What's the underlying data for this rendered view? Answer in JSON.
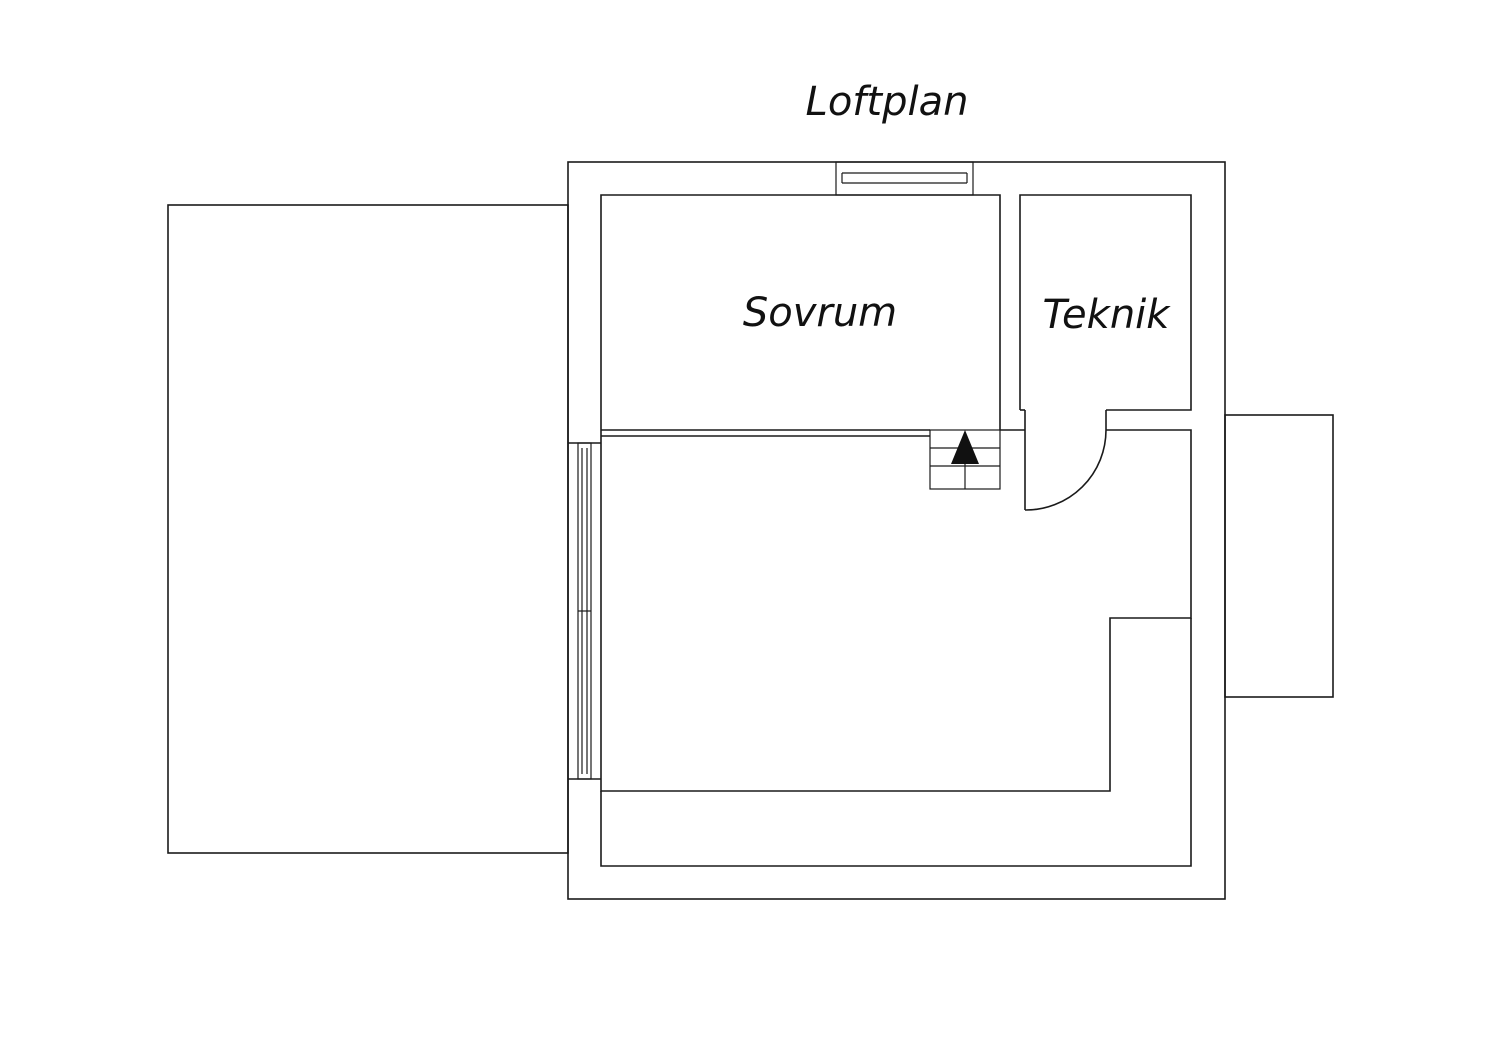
{
  "title": "Loftplan",
  "rooms": {
    "bedroom": "Sovrum",
    "technical": "Teknik"
  },
  "colors": {
    "line": "#1a1a1a",
    "background": "#ffffff"
  },
  "icons": {
    "stair_arrow": "arrow-up-icon"
  }
}
